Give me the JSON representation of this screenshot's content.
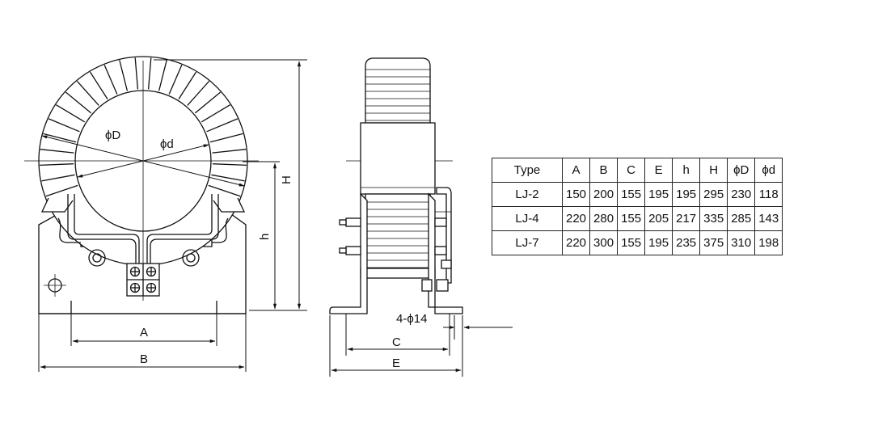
{
  "dimension_labels": {
    "phiD": "ϕD",
    "phid": "ϕd",
    "A": "A",
    "B": "B",
    "H": "H",
    "h": "h",
    "holes": "4-ϕ14",
    "C": "C",
    "E": "E"
  },
  "table": {
    "headers": [
      "Type",
      "A",
      "B",
      "C",
      "E",
      "h",
      "H",
      "ϕD",
      "ϕd"
    ],
    "rows": [
      [
        "LJ-2",
        "150",
        "200",
        "155",
        "195",
        "195",
        "295",
        "230",
        "118"
      ],
      [
        "LJ-4",
        "220",
        "280",
        "155",
        "205",
        "217",
        "335",
        "285",
        "143"
      ],
      [
        "LJ-7",
        "220",
        "300",
        "155",
        "195",
        "235",
        "375",
        "310",
        "198"
      ]
    ]
  }
}
